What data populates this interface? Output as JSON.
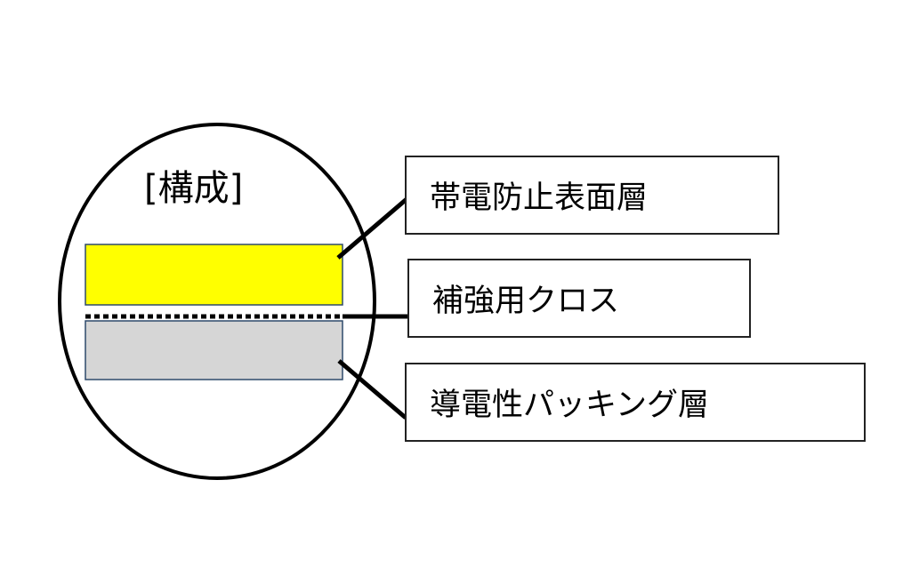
{
  "diagram": {
    "title": "[構成]",
    "layers": [
      {
        "name": "帯電防止表面層",
        "color": "#ffff00"
      },
      {
        "name": "補強用クロス",
        "color": "#000000"
      },
      {
        "name": "導電性パッキング層",
        "color": "#d6d6d6"
      }
    ]
  }
}
